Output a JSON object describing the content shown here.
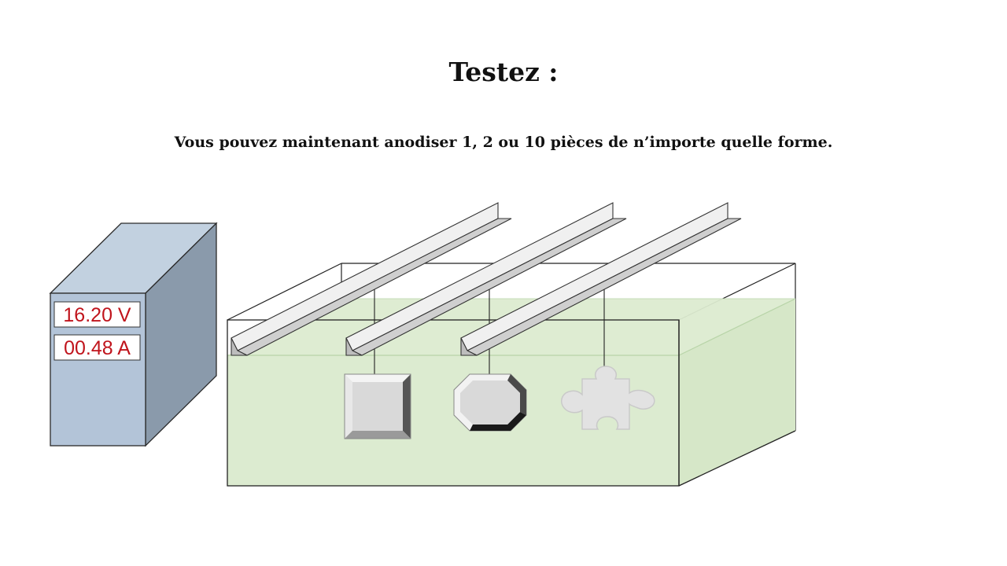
{
  "heading": {
    "title": "Testez :",
    "subtitle": "Vous pouvez maintenant anodiser 1, 2 ou 10 pièces de n’importe quelle forme."
  },
  "power_supply": {
    "voltage": "16.20 V",
    "current": "00.48 A",
    "display_color": "#c0141c"
  },
  "tank": {
    "liquid_color": "#dcebd0"
  },
  "parts": [
    {
      "shape": "square-icon"
    },
    {
      "shape": "octagon-icon"
    },
    {
      "shape": "puzzle-piece-icon"
    }
  ]
}
